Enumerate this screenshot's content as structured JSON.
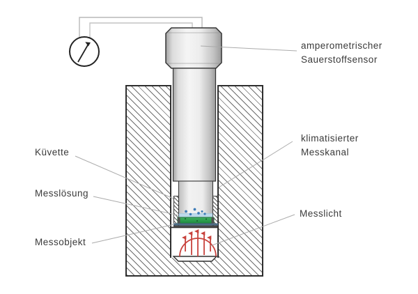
{
  "diagram": {
    "labels": {
      "sensor": {
        "line1": "amperometrischer",
        "line2": "Sauerstoffsensor"
      },
      "channel": {
        "line1": "klimatisierter",
        "line2": "Messkanal"
      },
      "cuvette": "Küvette",
      "solution": "Messlösung",
      "object": "Messobjekt",
      "light": "Messlicht"
    },
    "colors": {
      "outline": "#2e2e2e",
      "hatch_line": "#6e6e6e",
      "leader_line": "#ababab",
      "wire": "#b8b8b8",
      "text": "#3a3a3a",
      "light_red": "#c8423c",
      "object_green": "#2d9e4e",
      "solution_blue": "#bcd9ea",
      "bubble_blue": "#3f7db8",
      "metal_light": "#f5f5f5",
      "metal_dark": "#9a9a9a"
    }
  }
}
